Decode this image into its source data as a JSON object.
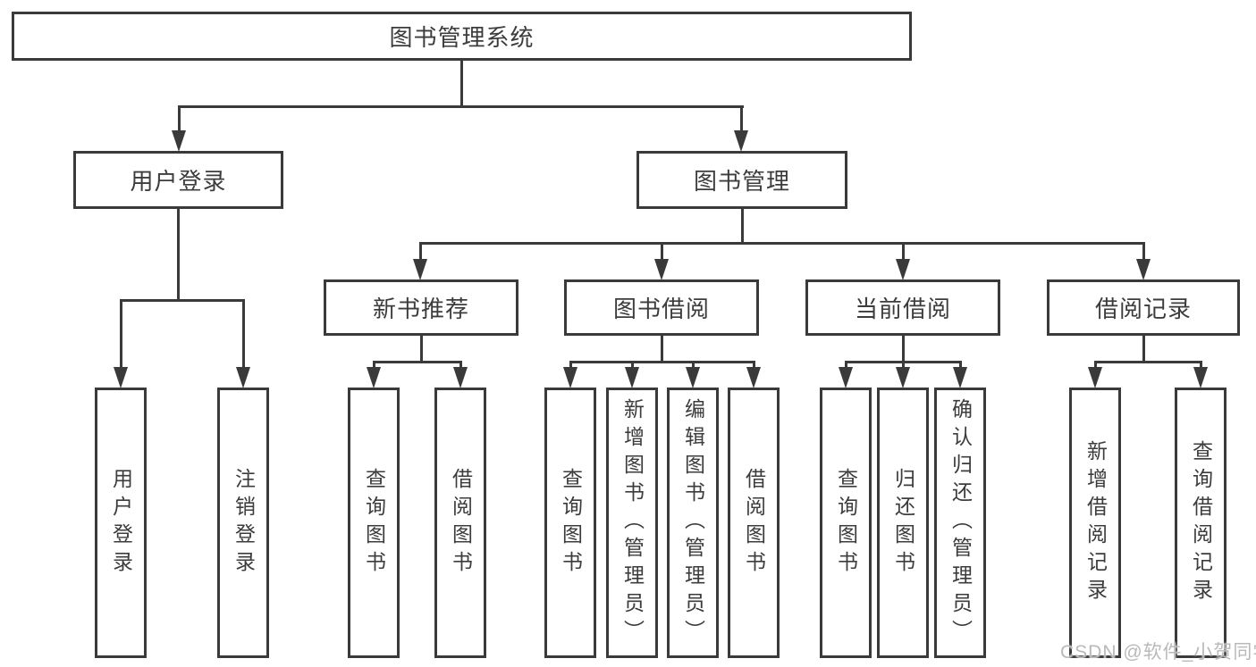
{
  "diagram_title": "图书管理系统",
  "colors": {
    "line": "#3a3a3a",
    "text": "#3c3c3c",
    "background": "#ffffff",
    "watermark": "#b9b9b9"
  },
  "watermark": {
    "text": "CSDN @软件_小贺同学"
  },
  "nodes": [
    {
      "id": "root",
      "label": "图书管理系统",
      "level": 0,
      "parent": null,
      "text_direction": "horizontal"
    },
    {
      "id": "user-login",
      "label": "用户登录",
      "level": 1,
      "parent": "root",
      "text_direction": "horizontal"
    },
    {
      "id": "book-management",
      "label": "图书管理",
      "level": 1,
      "parent": "root",
      "text_direction": "horizontal"
    },
    {
      "id": "new-book-recommend",
      "label": "新书推荐",
      "level": 2,
      "parent": "book-management",
      "text_direction": "horizontal"
    },
    {
      "id": "book-borrowing",
      "label": "图书借阅",
      "level": 2,
      "parent": "book-management",
      "text_direction": "horizontal"
    },
    {
      "id": "current-borrowing",
      "label": "当前借阅",
      "level": 2,
      "parent": "book-management",
      "text_direction": "horizontal"
    },
    {
      "id": "borrowing-records",
      "label": "借阅记录",
      "level": 2,
      "parent": "book-management",
      "text_direction": "horizontal"
    },
    {
      "id": "leaf-user-login",
      "label": "用户登录",
      "level": 3,
      "parent": "user-login",
      "text_direction": "vertical"
    },
    {
      "id": "leaf-logout",
      "label": "注销登录",
      "level": 3,
      "parent": "user-login",
      "text_direction": "vertical"
    },
    {
      "id": "leaf-query-books-recommend",
      "label": "查询图书",
      "level": 3,
      "parent": "new-book-recommend",
      "text_direction": "vertical"
    },
    {
      "id": "leaf-borrow-books-recommend",
      "label": "借阅图书",
      "level": 3,
      "parent": "new-book-recommend",
      "text_direction": "vertical"
    },
    {
      "id": "leaf-query-books-borrowing",
      "label": "查询图书",
      "level": 3,
      "parent": "book-borrowing",
      "text_direction": "vertical"
    },
    {
      "id": "leaf-add-books",
      "label": "新增图书（管理员）",
      "level": 3,
      "parent": "book-borrowing",
      "text_direction": "vertical"
    },
    {
      "id": "leaf-edit-books",
      "label": "编辑图书（管理员）",
      "level": 3,
      "parent": "book-borrowing",
      "text_direction": "vertical"
    },
    {
      "id": "leaf-borrow-books-borrowing",
      "label": "借阅图书",
      "level": 3,
      "parent": "book-borrowing",
      "text_direction": "vertical"
    },
    {
      "id": "leaf-query-books-current",
      "label": "查询图书",
      "level": 3,
      "parent": "current-borrowing",
      "text_direction": "vertical"
    },
    {
      "id": "leaf-return-books",
      "label": "归还图书",
      "level": 3,
      "parent": "current-borrowing",
      "text_direction": "vertical"
    },
    {
      "id": "leaf-confirm-return",
      "label": "确认归还（管理员）",
      "level": 3,
      "parent": "current-borrowing",
      "text_direction": "vertical"
    },
    {
      "id": "leaf-add-borrow-record",
      "label": "新增借阅记录",
      "level": 3,
      "parent": "borrowing-records",
      "text_direction": "vertical"
    },
    {
      "id": "leaf-query-borrow-record",
      "label": "查询借阅记录",
      "level": 3,
      "parent": "borrowing-records",
      "text_direction": "vertical"
    }
  ]
}
